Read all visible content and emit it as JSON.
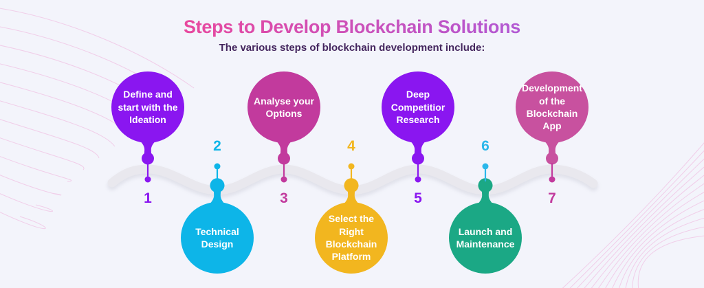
{
  "page": {
    "background_color": "#f3f4fb",
    "decoration_color": "#f0a8d8"
  },
  "header": {
    "title": "Steps to Develop Blockchain Solutions",
    "subtitle": "The various steps of blockchain development include:",
    "title_gradient_start": "#ef4697",
    "title_gradient_end": "#a55ce0",
    "subtitle_color": "#44265e"
  },
  "timeline": {
    "wave_color": "#e9e8ee",
    "steps": [
      {
        "num": "1",
        "label": "Define and start with the Ideation",
        "balloon_color": "#8a16f0",
        "accent_color": "#8a16f0",
        "position": "top"
      },
      {
        "num": "2",
        "label": "Technical Design",
        "balloon_color": "#0db5e8",
        "accent_color": "#0db5e8",
        "position": "bottom"
      },
      {
        "num": "3",
        "label": "Analyse your Options",
        "balloon_color": "#c23a9d",
        "accent_color": "#c23a9d",
        "position": "top"
      },
      {
        "num": "4",
        "label": "Select the Right Blockchain Platform",
        "balloon_color": "#f2b61f",
        "accent_color": "#f2b61f",
        "position": "bottom"
      },
      {
        "num": "5",
        "label": "Deep Competitior Research",
        "balloon_color": "#8a16f0",
        "accent_color": "#8a16f0",
        "position": "top"
      },
      {
        "num": "6",
        "label": "Launch and Maintenance",
        "balloon_color": "#1ba885",
        "accent_color": "#2bb7ea",
        "position": "bottom"
      },
      {
        "num": "7",
        "label": "Development of the Blockchain App",
        "balloon_color": "#c8519f",
        "accent_color": "#c23a9d",
        "position": "top"
      }
    ]
  }
}
